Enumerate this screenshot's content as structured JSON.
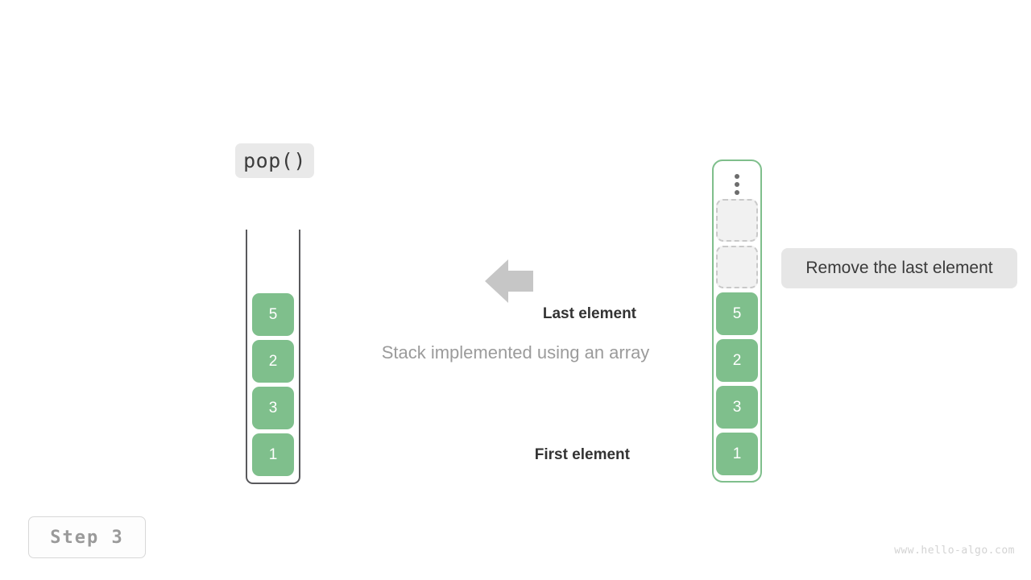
{
  "diagram": {
    "operation_label": "pop()",
    "caption": "Stack implemented using an array",
    "step_label": "Step 3",
    "watermark": "www.hello-algo.com",
    "annotation": "Remove the last element",
    "colors": {
      "element_green": "#7fbf8c",
      "empty_slot_fill": "#f1f1f1",
      "empty_slot_border": "#c9c9c9",
      "badge_gray": "#e9e9e9",
      "arrow_gray": "#c6c6c6",
      "caption_gray": "#9b9b9b"
    }
  },
  "stack": {
    "title": "stack-open-top-container",
    "cells_top_to_bottom": [
      "5",
      "2",
      "3",
      "1"
    ]
  },
  "array": {
    "title": "array-container",
    "overflow_icon": "vertical-ellipsis-icon",
    "empty_slots": 2,
    "cells_top_to_bottom": [
      "5",
      "2",
      "3",
      "1"
    ],
    "pointer_last": "Last element",
    "pointer_first": "First element"
  },
  "arrow": {
    "icon": "arrow-left-icon",
    "direction": "left"
  }
}
